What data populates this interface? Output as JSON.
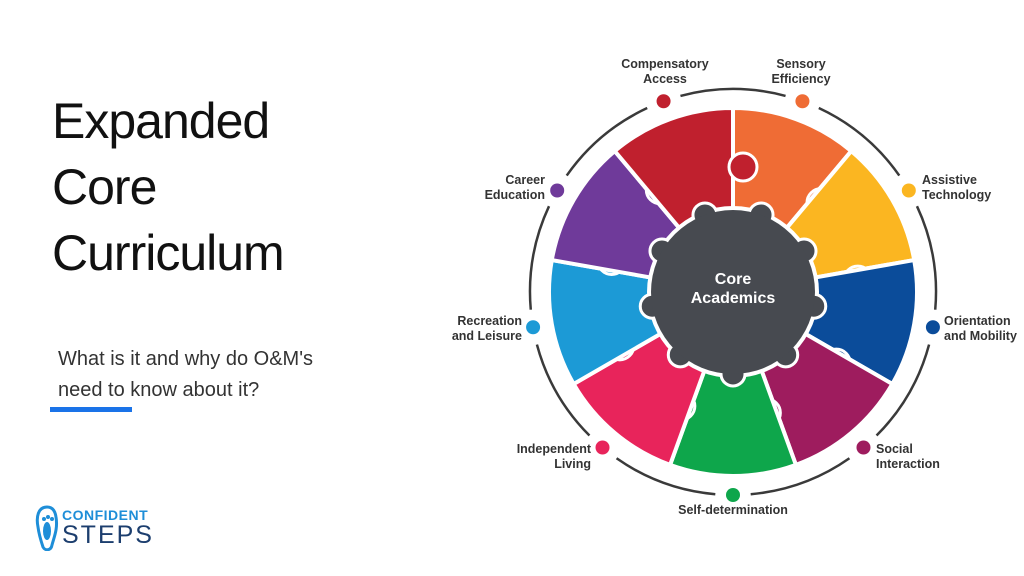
{
  "title_lines": [
    "Expanded",
    "Core",
    "Curriculum"
  ],
  "subtitle_lines": [
    "What is it and why do O&M's",
    "need to know about it?"
  ],
  "accent_color": "#1a73e8",
  "logo": {
    "line1": "CONFIDENT",
    "line2": "STEPS"
  },
  "diagram": {
    "center_label_lines": [
      "Core",
      "Academics"
    ],
    "center_color": "#474a50",
    "segments": [
      {
        "lines": [
          "Sensory",
          "Efficiency"
        ],
        "color": "#ef6c35"
      },
      {
        "lines": [
          "Assistive",
          "Technology"
        ],
        "color": "#fbb621"
      },
      {
        "lines": [
          "Orientation",
          "and Mobility"
        ],
        "color": "#0b4c9a"
      },
      {
        "lines": [
          "Social",
          "Interaction"
        ],
        "color": "#9e1c5e"
      },
      {
        "lines": [
          "Self-determination"
        ],
        "color": "#0ea64b"
      },
      {
        "lines": [
          "Independent",
          "Living"
        ],
        "color": "#e8245b"
      },
      {
        "lines": [
          "Recreation",
          "and Leisure"
        ],
        "color": "#1c9ad6"
      },
      {
        "lines": [
          "Career",
          "Education"
        ],
        "color": "#6f3a9a"
      },
      {
        "lines": [
          "Compensatory",
          "Access"
        ],
        "color": "#c0202e"
      }
    ]
  }
}
